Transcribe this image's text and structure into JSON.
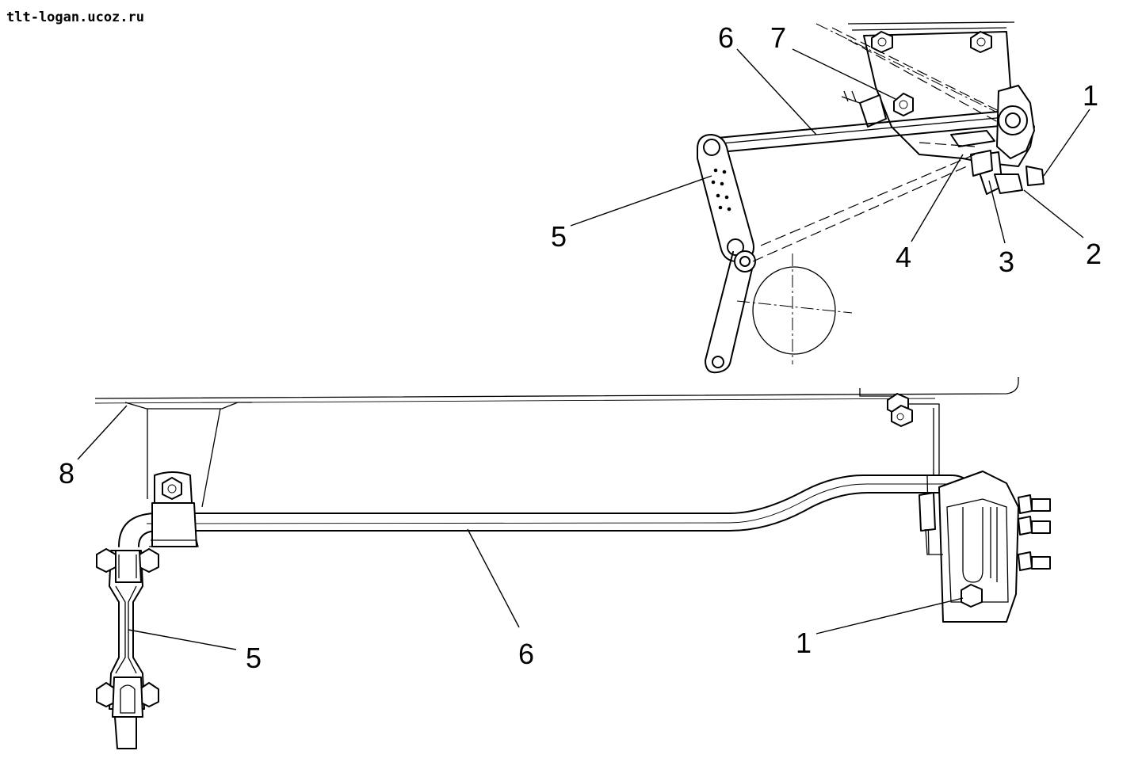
{
  "watermark": "tlt-logan.ucoz.ru",
  "callouts": {
    "top": {
      "c1": "1",
      "c2": "2",
      "c3": "3",
      "c4": "4",
      "c5": "5",
      "c6": "6",
      "c7": "7"
    },
    "bottom": {
      "c1": "1",
      "c5": "5",
      "c6": "6",
      "c8": "8"
    }
  }
}
